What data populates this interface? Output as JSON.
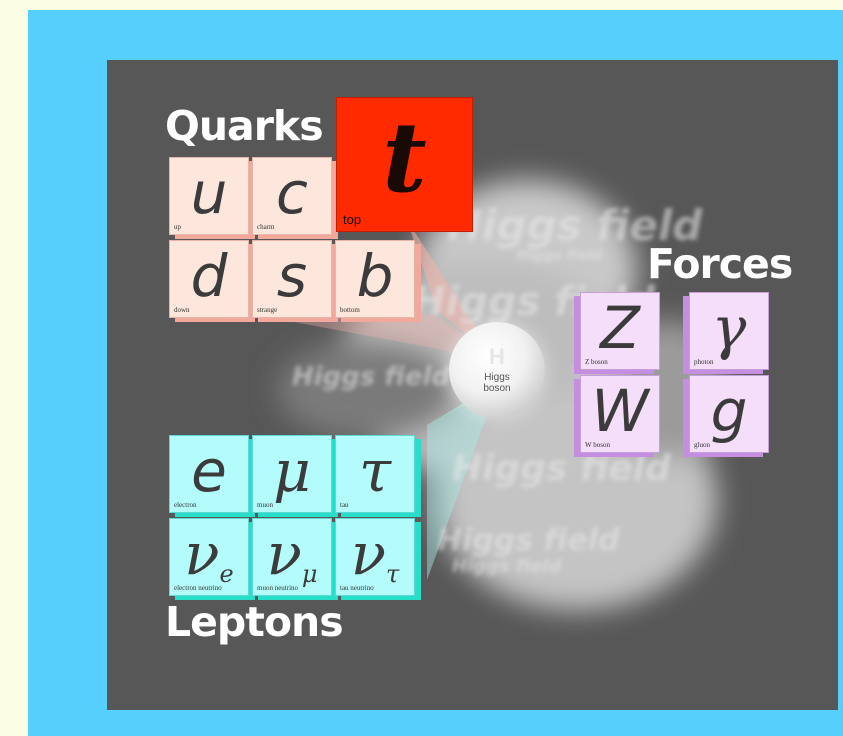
{
  "headings": {
    "quarks": "Quarks",
    "forces": "Forces",
    "leptons": "Leptons"
  },
  "quarks": [
    {
      "symbol": "u",
      "name": "up"
    },
    {
      "symbol": "c",
      "name": "charm"
    },
    {
      "symbol": "d",
      "name": "down"
    },
    {
      "symbol": "s",
      "name": "strange"
    },
    {
      "symbol": "b",
      "name": "bottom"
    }
  ],
  "top_quark": {
    "symbol": "t",
    "name": "top"
  },
  "leptons": [
    {
      "symbol": "e",
      "name": "electron"
    },
    {
      "symbol": "μ",
      "name": "muon"
    },
    {
      "symbol": "τ",
      "name": "tau"
    },
    {
      "symbol": "ν",
      "subscript": "e",
      "name": "electron neutrino"
    },
    {
      "symbol": "ν",
      "subscript": "μ",
      "name": "muon neutrino"
    },
    {
      "symbol": "ν",
      "subscript": "τ",
      "name": "tau neutrino"
    }
  ],
  "forces": [
    {
      "symbol": "Z",
      "name": "Z boson"
    },
    {
      "symbol": "γ",
      "name": "photon"
    },
    {
      "symbol": "W",
      "name": "W boson"
    },
    {
      "symbol": "g",
      "name": "gluon"
    }
  ],
  "higgs": {
    "glyph": "H",
    "label_line1": "Higgs",
    "label_line2": "boson"
  },
  "field_text": [
    "Higgs field",
    "Higgs field",
    "Higgs field",
    "Higgs field",
    "Higgs field",
    "Higgs field",
    "Higgs field"
  ],
  "colors": {
    "outer_border": "#57cffc",
    "panel": "#575757",
    "quark_face": "#fde6dc",
    "top_quark": "#ff2a00",
    "lepton_face": "#b4fbfb",
    "force_face": "#f4def9"
  }
}
